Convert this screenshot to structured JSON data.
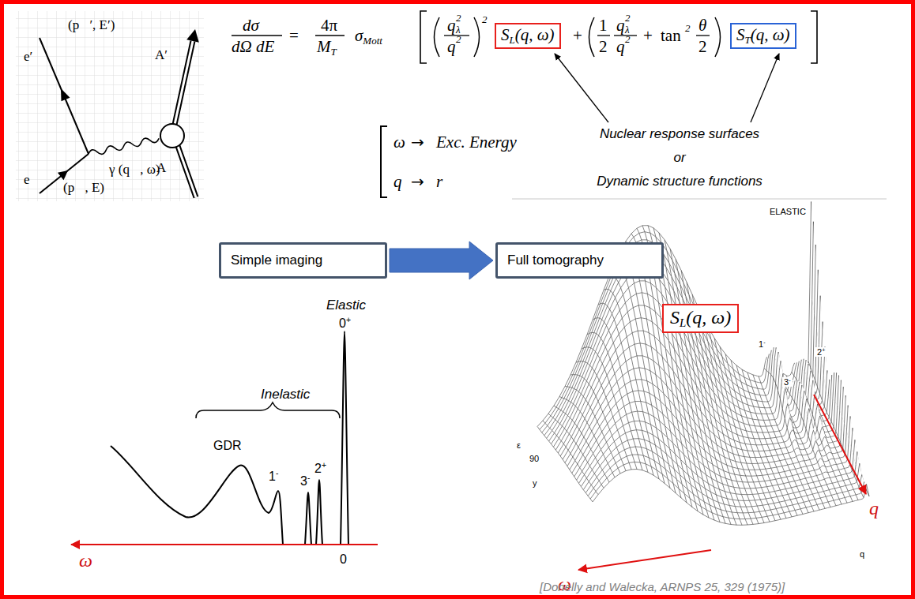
{
  "diagram": {
    "nodes": [
      {
        "text": [
          "SL(q, ω)"
        ]
      },
      {
        "text": [
          "ST(q, ω)"
        ]
      },
      {
        "text": [
          "Simple imaging"
        ]
      },
      {
        "text": [
          "Full tomography"
        ]
      },
      {
        "text": [
          "SL(q, ω)"
        ]
      }
    ],
    "edges": [
      {
        "from": 2,
        "to": 3,
        "arrow": "to"
      }
    ],
    "labels": [
      "(p⃗′, E′)",
      "e′",
      "A′",
      "γ (q⃗, ω)",
      "A",
      "e",
      "(p⃗, E)",
      "dσ",
      "dΩ dE",
      "=",
      "4π",
      "MT",
      "σMott",
      "q",
      "2",
      "λ",
      "q",
      "2",
      "2",
      "+",
      "1",
      "2",
      "q",
      "2",
      "λ",
      "q",
      "2",
      "+",
      "tan",
      "2",
      "θ",
      "2",
      "ω",
      "→",
      "Exc. Energy",
      "q",
      "→",
      "r",
      "Nuclear response surfaces",
      "or",
      "Dynamic structure functions",
      "Elastic",
      "0+",
      "Inelastic",
      "GDR",
      "1-",
      "3-",
      "2+",
      "ω",
      "0",
      "ELASTIC",
      "1-",
      "3-",
      "2+",
      "90",
      "ε",
      "y",
      "q",
      "ω",
      "q",
      "[Donelly and Walecka, ARNPS 25, 329 (1975)]"
    ]
  }
}
